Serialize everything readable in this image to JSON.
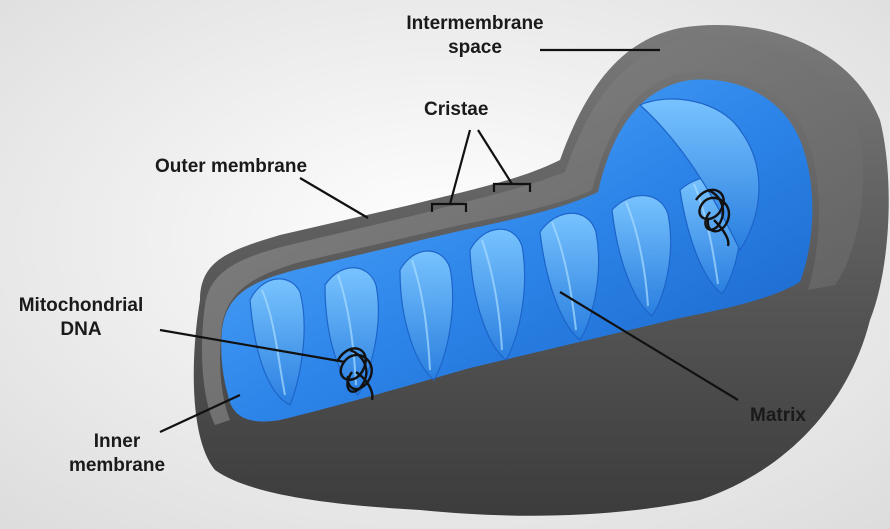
{
  "labels": {
    "intermembrane_space": [
      "Intermembrane",
      "space"
    ],
    "cristae": "Cristae",
    "outer_membrane": "Outer membrane",
    "mitochondrial_dna": [
      "Mitochondrial",
      "DNA"
    ],
    "matrix": "Matrix",
    "inner_membrane": [
      "Inner",
      "membrane"
    ]
  },
  "colors": {
    "background": "#ececec",
    "outer_membrane": "#5f5f5f",
    "inner_matrix": "#2f86e6",
    "dna": "#111111"
  }
}
